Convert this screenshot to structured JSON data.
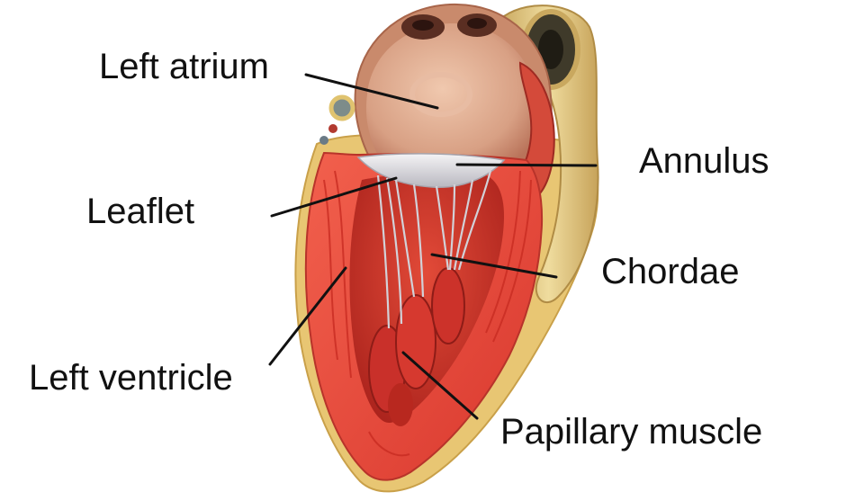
{
  "labels": {
    "left_atrium": "Left atrium",
    "annulus": "Annulus",
    "leaflet": "Leaflet",
    "chordae": "Chordae",
    "left_ventricle": "Left ventricle",
    "papillary_muscle": "Papillary muscle"
  },
  "colors": {
    "myocardium": "#e8473a",
    "myocardium_dark": "#c62a22",
    "epicardium_fat": "#e9c977",
    "atrium_wall": "#d9a88c",
    "aorta": "#e6cf8e",
    "valve_tissue": "#e8e6ea",
    "leader_line": "#111111"
  }
}
